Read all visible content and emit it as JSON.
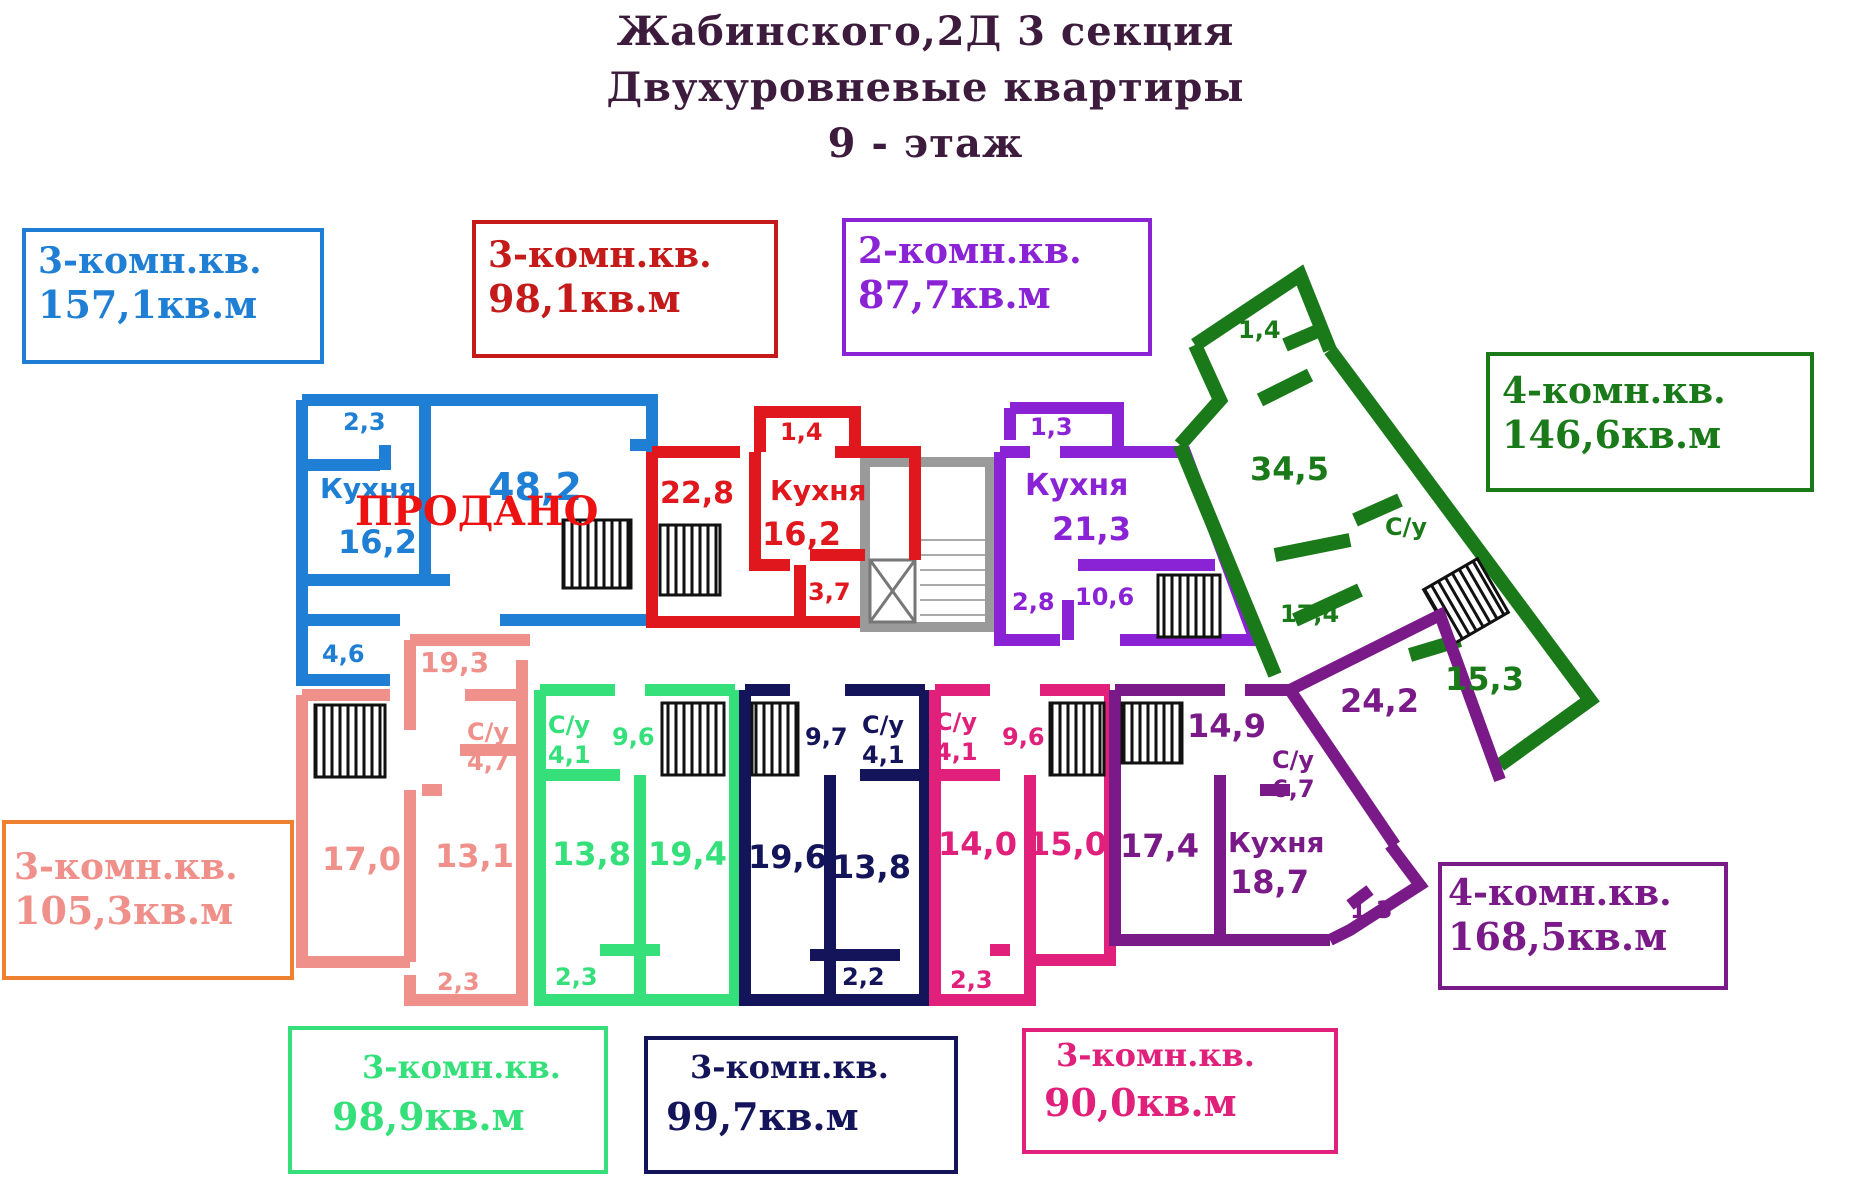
{
  "header": {
    "line1": "Жабинского,2Д  3 секция",
    "line2": "Двухуровневые квартиры",
    "line3": "9 - этаж"
  },
  "sold_label": "ПРОДАНО",
  "colors": {
    "blue": "#1f7fd4",
    "red": "#e0181e",
    "violet": "#8a22d6",
    "green": "#1a7a1a",
    "salmon": "#f0908a",
    "mint": "#35e07a",
    "navy": "#14145a",
    "pink": "#e0207a",
    "purple": "#7a1a88",
    "orange": "#ee8030",
    "title": "#3d1b3d",
    "sold": "#ee1111",
    "stair_gray": "#9a9a9a"
  },
  "apartments": [
    {
      "id": "blue",
      "rooms": "3-комн.кв.",
      "area": "157,1кв.м"
    },
    {
      "id": "red",
      "rooms": "3-комн.кв.",
      "area": "98,1кв.м"
    },
    {
      "id": "violet",
      "rooms": "2-комн.кв.",
      "area": "87,7кв.м"
    },
    {
      "id": "green",
      "rooms": "4-комн.кв.",
      "area": "146,6кв.м"
    },
    {
      "id": "salmon",
      "rooms": "3-комн.кв.",
      "area": "105,3кв.м"
    },
    {
      "id": "purple",
      "rooms": "4-комн.кв.",
      "area": "168,5кв.м"
    },
    {
      "id": "mint",
      "rooms": "3-комн.кв.",
      "area": "98,9кв.м"
    },
    {
      "id": "navy",
      "rooms": "3-комн.кв.",
      "area": "99,7кв.м"
    },
    {
      "id": "pink",
      "rooms": "3-комн.кв.",
      "area": "90,0кв.м"
    }
  ],
  "room_labels": {
    "blue": [
      "2,3",
      "Кухня",
      "16,2",
      "48,2",
      "4,6"
    ],
    "red": [
      "1,4",
      "22,8",
      "Кухня",
      "16,2",
      "3,7"
    ],
    "violet": [
      "1,3",
      "Кухня",
      "21,3",
      "2,8",
      "10,6"
    ],
    "green": [
      "1,4",
      "34,5",
      "С/у",
      "17,4",
      "15,3"
    ],
    "salmon": [
      "19,3",
      "С/у",
      "4,7",
      "17,0",
      "13,1",
      "2,3"
    ],
    "mint": [
      "С/у",
      "4,1",
      "9,6",
      "13,8",
      "19,4",
      "2,3"
    ],
    "navy": [
      "9,7",
      "С/у",
      "4,1",
      "19,6",
      "13,8",
      "2,2"
    ],
    "pink": [
      "С/у",
      "4,1",
      "9,6",
      "14,0",
      "15,0",
      "2,3"
    ],
    "purple": [
      "14,9",
      "24,2",
      "С/у",
      "6,7",
      "17,4",
      "Кухня",
      "18,7",
      "1,3"
    ]
  }
}
